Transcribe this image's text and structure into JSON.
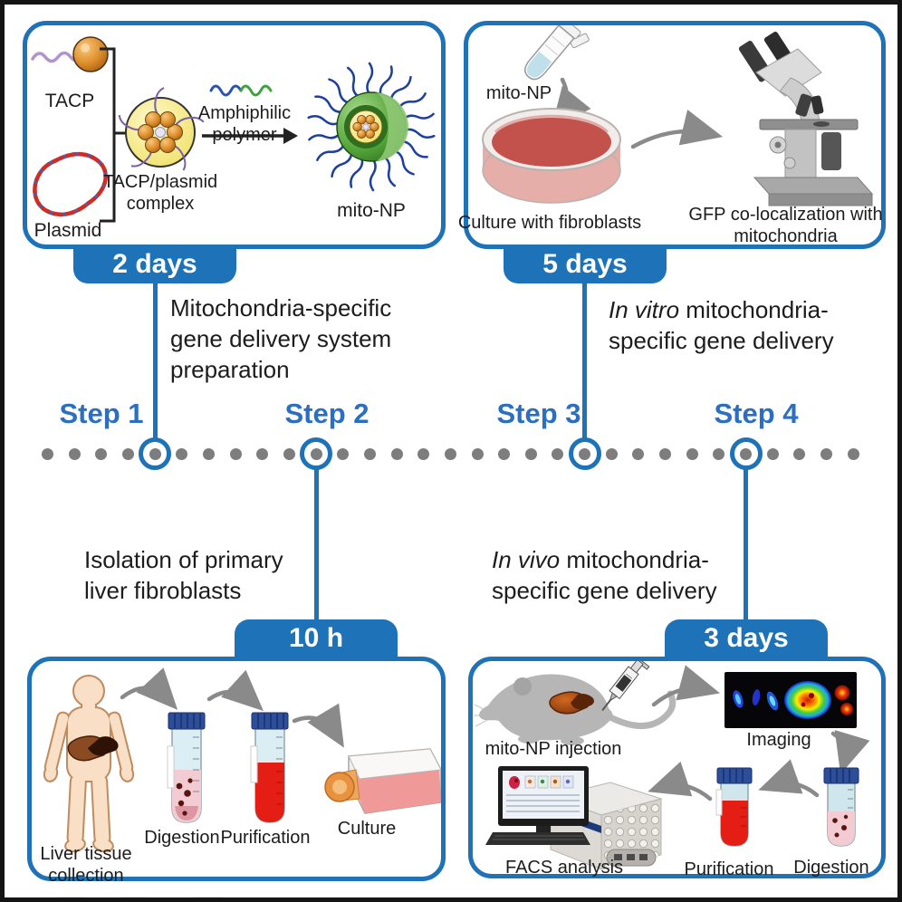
{
  "colors": {
    "accent_blue": "#1e73b8",
    "step_text_blue": "#2b6fc2",
    "timeline_dot_gray": "#7d7d7d"
  },
  "timeline": {
    "steps": [
      "Step 1",
      "Step 2",
      "Step 3",
      "Step 4"
    ]
  },
  "stage_prep": {
    "duration": "2 days",
    "description": "Mitochondria-specific gene delivery system preparation",
    "tacp_label": "TACP",
    "plasmid_label": "Plasmid",
    "complex_label": "TACP/plasmid complex",
    "polymer_label": "Amphiphilic polymer",
    "product_label": "mito-NP"
  },
  "stage_invitro": {
    "duration": "5 days",
    "description_italic": "In vitro",
    "description_rest": " mitochondria-specific gene delivery",
    "tube_label": "mito-NP",
    "dish_label": "Culture with fibroblasts",
    "microscope_label": "GFP co-localization with mitochondria"
  },
  "stage_isolation": {
    "duration": "10 h",
    "description": "Isolation of primary liver fibroblasts",
    "body_label": "Liver tissue collection",
    "digestion_label": "Digestion",
    "purification_label": "Purification",
    "culture_label": "Culture"
  },
  "stage_invivo": {
    "duration": "3 days",
    "description_italic": "In vivo",
    "description_rest": " mitochondria-specific gene delivery",
    "injection_label": "mito-NP injection",
    "imaging_label": "Imaging",
    "digestion_label": "Digestion",
    "purification_label": "Purification",
    "facs_label": "FACS analysis"
  }
}
